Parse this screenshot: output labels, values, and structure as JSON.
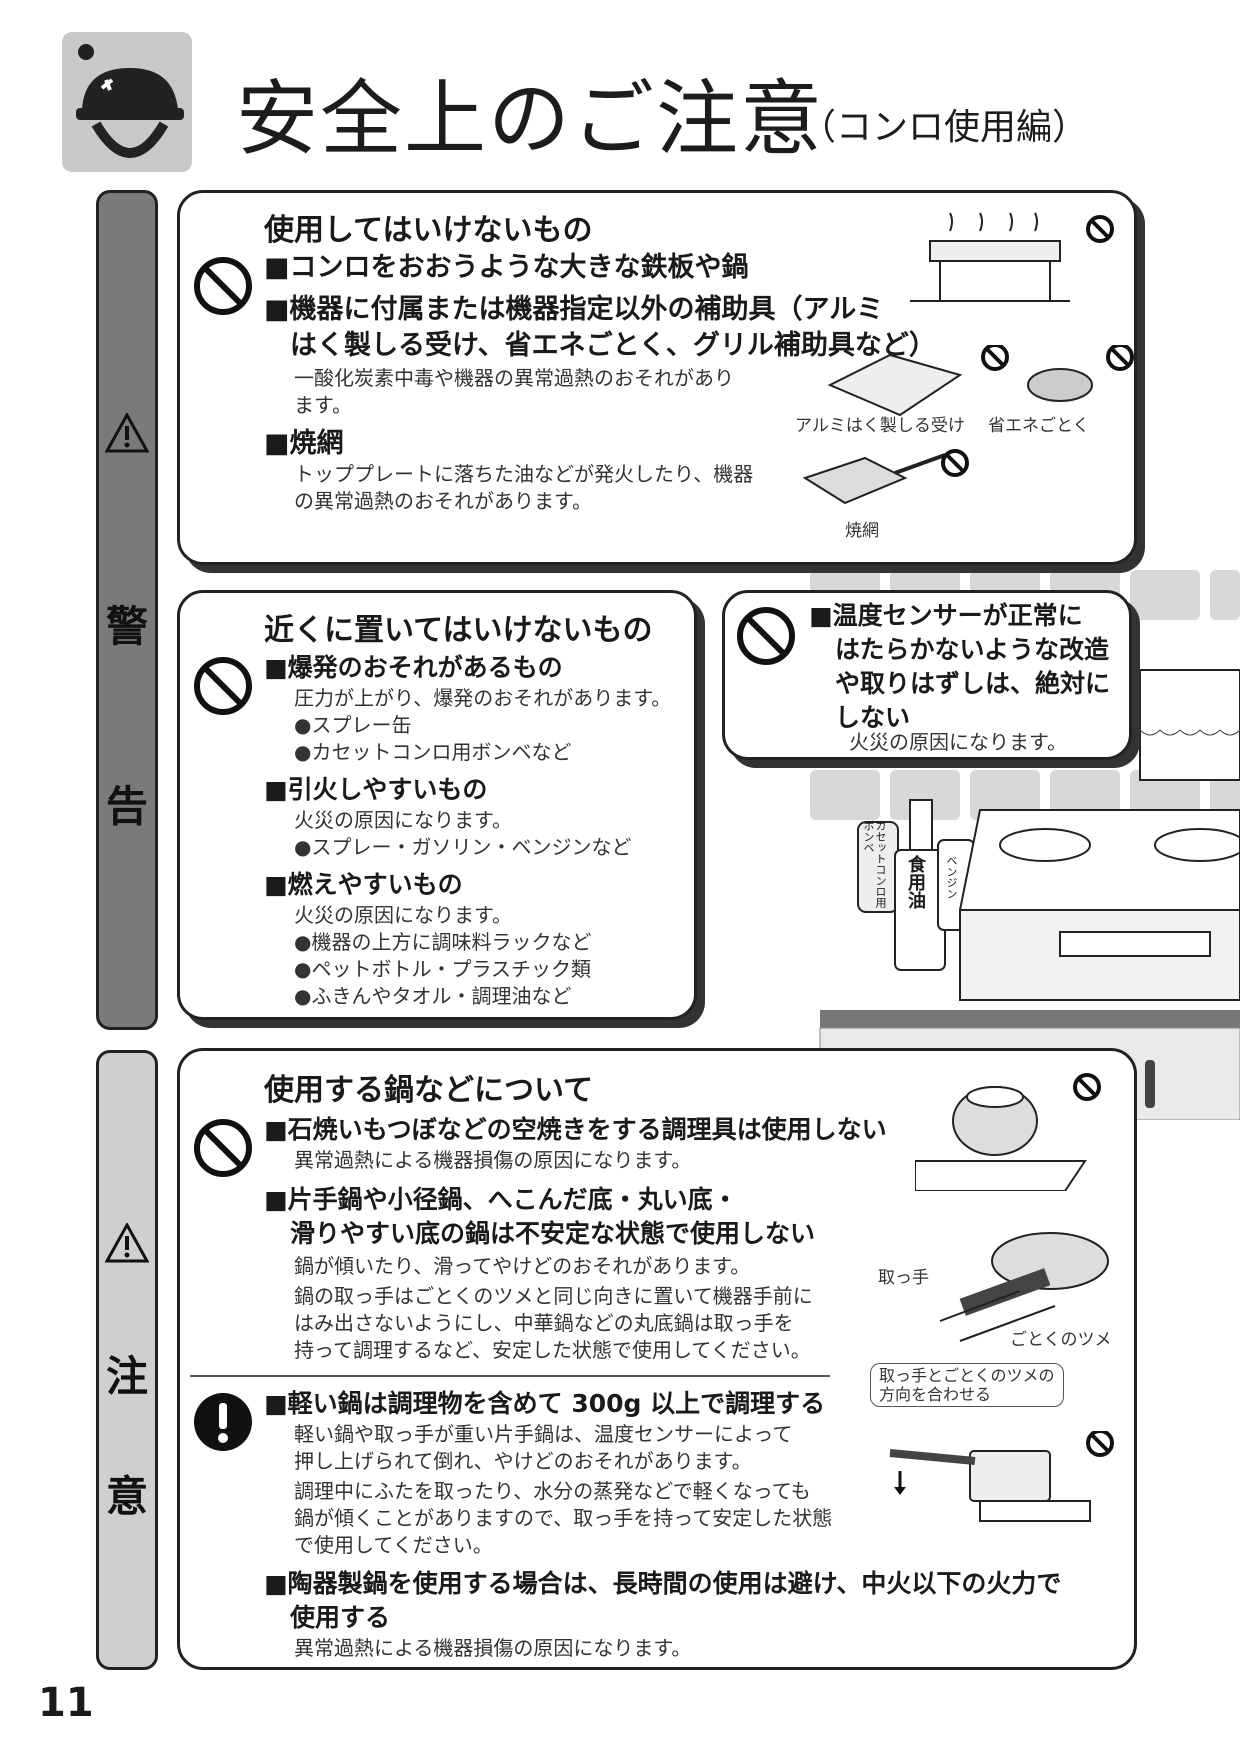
{
  "header": {
    "title": "安全上のご注意",
    "subtitle": "（コンロ使用編）"
  },
  "side": {
    "warning_chars": [
      "警",
      "告"
    ],
    "caution_chars": [
      "注",
      "意"
    ]
  },
  "panel1": {
    "title": "使用してはいけないもの",
    "items": [
      "■コンロをおおうような大きな鉄板や鍋",
      "■機器に付属または機器指定以外の補助具（アルミ",
      "はく製しる受け、省エネごとく、グリル補助具など）"
    ],
    "desc1": [
      "一酸化炭素中毒や機器の異常過熱のおそれがあり",
      "ます。"
    ],
    "item_grill": "■焼網",
    "desc2": [
      "トッププレートに落ちた油などが発火したり、機器",
      "の異常過熱のおそれがあります。"
    ],
    "captions": [
      "アルミはく製しる受け",
      "省エネごとく",
      "焼網"
    ]
  },
  "panel2": {
    "title": "近くに置いてはいけないもの",
    "groups": [
      {
        "head": "■爆発のおそれがあるもの",
        "lines": [
          "圧力が上がり、爆発のおそれがあります。",
          "●スプレー缶",
          "●カセットコンロ用ボンベなど"
        ]
      },
      {
        "head": "■引火しやすいもの",
        "lines": [
          "火災の原因になります。",
          "●スプレー・ガソリン・ベンジンなど"
        ]
      },
      {
        "head": "■燃えやすいもの",
        "lines": [
          "火災の原因になります。",
          "●機器の上方に調味料ラックなど",
          "●ペットボトル・プラスチック類",
          "●ふきんやタオル・調理油など"
        ]
      }
    ]
  },
  "panel3": {
    "lines": [
      "■温度センサーが正常に",
      "はたらかないような改造",
      "や取りはずしは、絶対に",
      "しない"
    ],
    "desc": "火災の原因になります。"
  },
  "bottles": {
    "cassette": "カセットコンロ用ボンベ",
    "oil": "食用油",
    "benzine": "ベンジン"
  },
  "panel4": {
    "title": "使用する鍋などについて",
    "item1": "■石焼いもつぼなどの空焼きをする調理具は使用しない",
    "desc1": "異常過熱による機器損傷の原因になります。",
    "item2": [
      "■片手鍋や小径鍋、へこんだ底・丸い底・",
      "滑りやすい底の鍋は不安定な状態で使用しない"
    ],
    "desc2a": "鍋が傾いたり、滑ってやけどのおそれがあります。",
    "desc2b": [
      "鍋の取っ手はごとくのツメと同じ向きに置いて機器手前に",
      "はみ出さないようにし、中華鍋などの丸底鍋は取っ手を",
      "持って調理するなど、安定した状態で使用してください。"
    ],
    "item3": "■軽い鍋は調理物を含めて 300g 以上で調理する",
    "desc3a": [
      "軽い鍋や取っ手が重い片手鍋は、温度センサーによって",
      "押し上げられて倒れ、やけどのおそれがあります。"
    ],
    "desc3b": [
      "調理中にふたを取ったり、水分の蒸発などで軽くなっても",
      "鍋が傾くことがありますので、取っ手を持って安定した状態",
      "で使用してください。"
    ],
    "item4": [
      "■陶器製鍋を使用する場合は、長時間の使用は避け、中火以下の火力で",
      "使用する"
    ],
    "desc4": "異常過熱による機器損傷の原因になります。",
    "captions": {
      "handle": "取っ手",
      "claw": "ごとくのツメ",
      "align": [
        "取っ手とごとくのツメの",
        "方向を合わせる"
      ]
    }
  },
  "page_number": "11"
}
